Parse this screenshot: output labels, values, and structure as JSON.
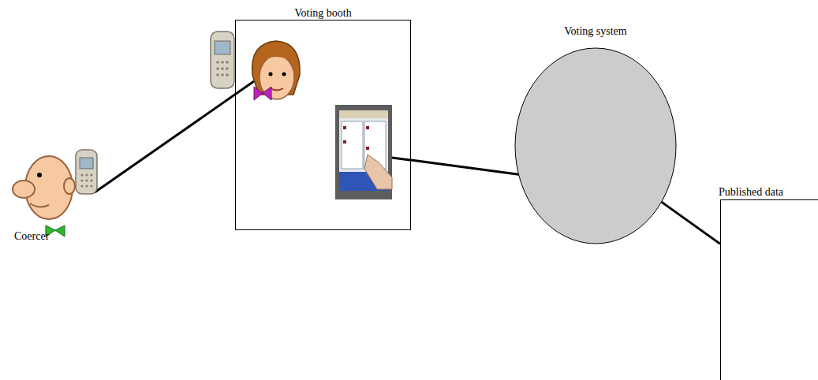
{
  "diagram": {
    "nodes": [
      {
        "text": [
          "Voting booth"
        ]
      },
      {
        "text": [
          "Voting system"
        ]
      },
      {
        "text": [
          "Published data"
        ]
      }
    ],
    "edges": [
      {
        "from": 0,
        "to": 1,
        "arrow": "none"
      },
      {
        "from": 1,
        "to": 2,
        "arrow": "none"
      }
    ],
    "labels": [
      "Coercer"
    ]
  }
}
